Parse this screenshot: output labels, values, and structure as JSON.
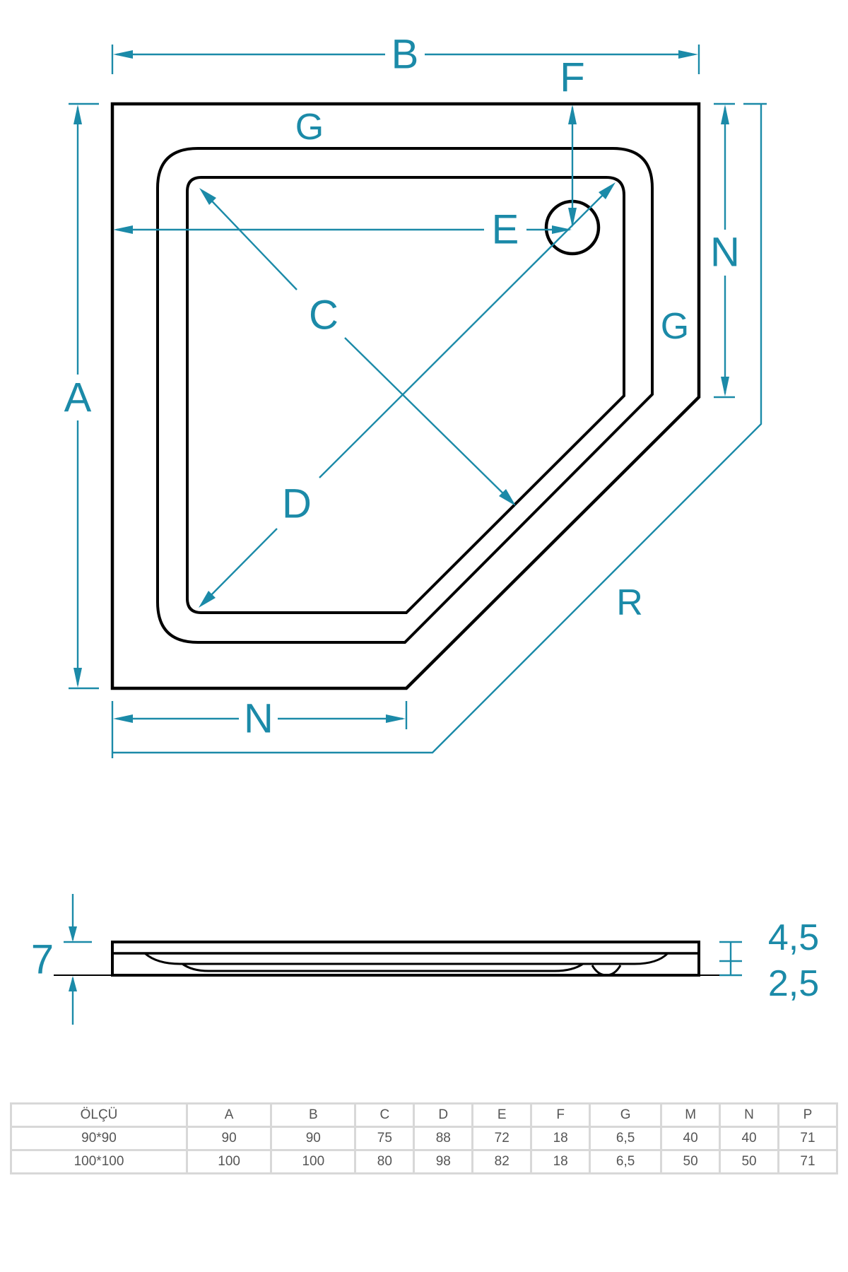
{
  "labels": {
    "A": "A",
    "B": "B",
    "C": "C",
    "D": "D",
    "E": "E",
    "F": "F",
    "G_top": "G",
    "G_right": "G",
    "N_bottom": "N",
    "N_right": "N",
    "R": "R"
  },
  "side_view": {
    "total_height": "7",
    "upper_height": "4,5",
    "lower_height": "2,5"
  },
  "colors": {
    "dimension": "#1b8aa8",
    "outline": "#000000",
    "table_border": "#d8d8d8"
  },
  "table": {
    "headers": [
      "ÖLÇÜ",
      "A",
      "B",
      "C",
      "D",
      "E",
      "F",
      "G",
      "M",
      "N",
      "P"
    ],
    "rows": [
      [
        "90*90",
        "90",
        "90",
        "75",
        "88",
        "72",
        "18",
        "6,5",
        "40",
        "40",
        "71"
      ],
      [
        "100*100",
        "100",
        "100",
        "80",
        "98",
        "82",
        "18",
        "6,5",
        "50",
        "50",
        "71"
      ]
    ]
  }
}
